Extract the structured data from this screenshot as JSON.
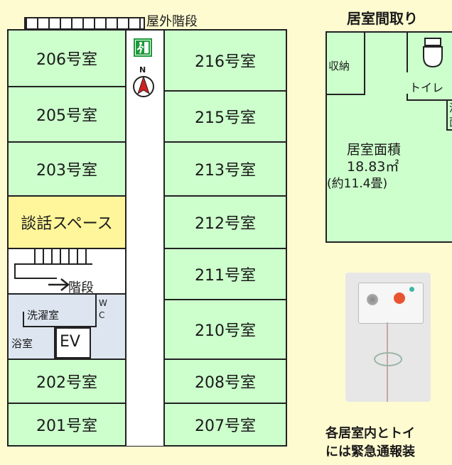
{
  "floor_plan": {
    "outdoor_stairs": "屋外階段",
    "rooms_left": [
      "206号室",
      "205号室",
      "203号室"
    ],
    "lounge": "談話スペース",
    "rooms_right": [
      "216号室",
      "215号室",
      "213号室",
      "212号室",
      "211号室",
      "210号室",
      "208号室",
      "207号室"
    ],
    "rooms_bottom_left": [
      "202号室",
      "201号室"
    ],
    "stairs": "階段",
    "laundry": "洗濯室",
    "wc": "W\nC",
    "bath": "浴室",
    "ev": "EV",
    "compass_n": "N"
  },
  "room_layout": {
    "title": "居室間取り",
    "storage": "収納",
    "toilet": "トイレ",
    "wash": "洗\n面",
    "area_label": "居室面積",
    "area_value": "18.83㎡",
    "tatami": "(約11.4畳)"
  },
  "caption": {
    "line1": "各居室内とトイ",
    "line2": "には緊急通報装"
  },
  "colors": {
    "room": "#ccffcc",
    "lounge": "#fff59a",
    "service": "#dde6f0",
    "background": "#fffbd0"
  }
}
